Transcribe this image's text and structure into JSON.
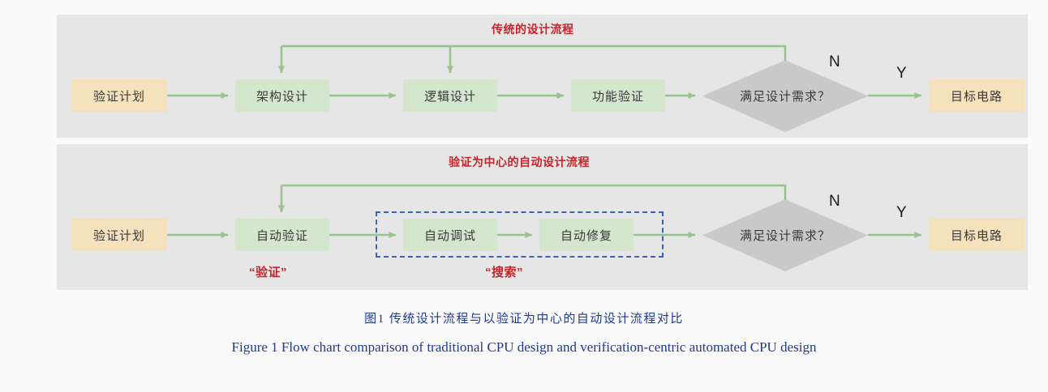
{
  "figure": {
    "caption_cn": "图1   传统设计流程与以验证为中心的自动设计流程对比",
    "caption_en": "Figure 1   Flow chart comparison of traditional CPU design and verification-centric automated CPU design"
  },
  "colors": {
    "panel_bg": "#e6e6e6",
    "page_bg": "#fafafa",
    "node_beige": "#f5e2bd",
    "node_green": "#d4e6ce",
    "diamond_gray": "#c9c9c9",
    "arrow_green": "#97c48c",
    "red_text": "#cc2229",
    "dashed_blue": "#3a63b8",
    "caption_blue": "#1f3a8f"
  },
  "panels": [
    {
      "id": "traditional",
      "title": "传统的设计流程",
      "nodes": [
        {
          "name": "verification-plan",
          "label": "验证计划",
          "style": "beige"
        },
        {
          "name": "architecture-design",
          "label": "架构设计",
          "style": "green"
        },
        {
          "name": "logic-design",
          "label": "逻辑设计",
          "style": "green"
        },
        {
          "name": "functional-verification",
          "label": "功能验证",
          "style": "green"
        },
        {
          "name": "decision",
          "label": "满足设计需求？",
          "style": "diamond"
        },
        {
          "name": "target-circuit",
          "label": "目标电路",
          "style": "beige"
        }
      ],
      "branch_no": "N",
      "branch_yes": "Y"
    },
    {
      "id": "automated",
      "title": "验证为中心的自动设计流程",
      "nodes": [
        {
          "name": "verification-plan",
          "label": "验证计划",
          "style": "beige"
        },
        {
          "name": "auto-verification",
          "label": "自动验证",
          "style": "green"
        },
        {
          "name": "auto-debug",
          "label": "自动调试",
          "style": "green"
        },
        {
          "name": "auto-repair",
          "label": "自动修复",
          "style": "green"
        },
        {
          "name": "decision",
          "label": "满足设计需求？",
          "style": "diamond"
        },
        {
          "name": "target-circuit",
          "label": "目标电路",
          "style": "beige"
        }
      ],
      "branch_no": "N",
      "branch_yes": "Y",
      "annotations": [
        {
          "name": "verify-annotation",
          "label": "“验证”"
        },
        {
          "name": "search-annotation",
          "label": "“搜索”"
        }
      ]
    }
  ]
}
